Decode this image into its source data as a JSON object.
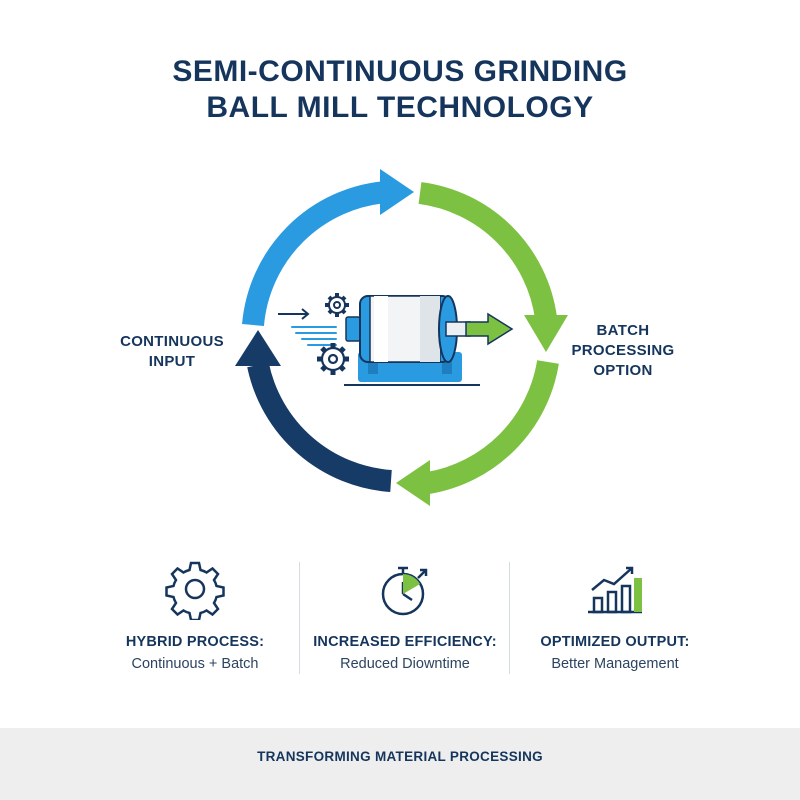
{
  "title": {
    "line1": "SEMI-CONTINUOUS GRINDING",
    "line2": "BALL MILL TECHNOLOGY"
  },
  "cycle": {
    "left_label": {
      "line1": "CONTINUOUS",
      "line2": "INPUT"
    },
    "right_label": {
      "line1": "BATCH",
      "line2": "PROCESSING",
      "line3": "OPTION"
    },
    "center_icon": "ball-mill-icon",
    "arrow_colors": {
      "blue": "#2a9be0",
      "green": "#7dc142",
      "navy": "#153b66"
    }
  },
  "features": [
    {
      "icon": "gear-icon",
      "title": "HYBRID PROCESS:",
      "subtitle": "Continuous + Batch"
    },
    {
      "icon": "stopwatch-icon",
      "title": "INCREASED EFFICIENCY:",
      "subtitle": "Reduced Diowntime"
    },
    {
      "icon": "bar-chart-growth-icon",
      "title": "OPTIMIZED OUTPUT:",
      "subtitle": "Better Management"
    }
  ],
  "footer": {
    "text": "TRANSFORMING MATERIAL PROCESSING"
  },
  "colors": {
    "navy": "#15355c",
    "footer_bg": "#eeeeee"
  }
}
